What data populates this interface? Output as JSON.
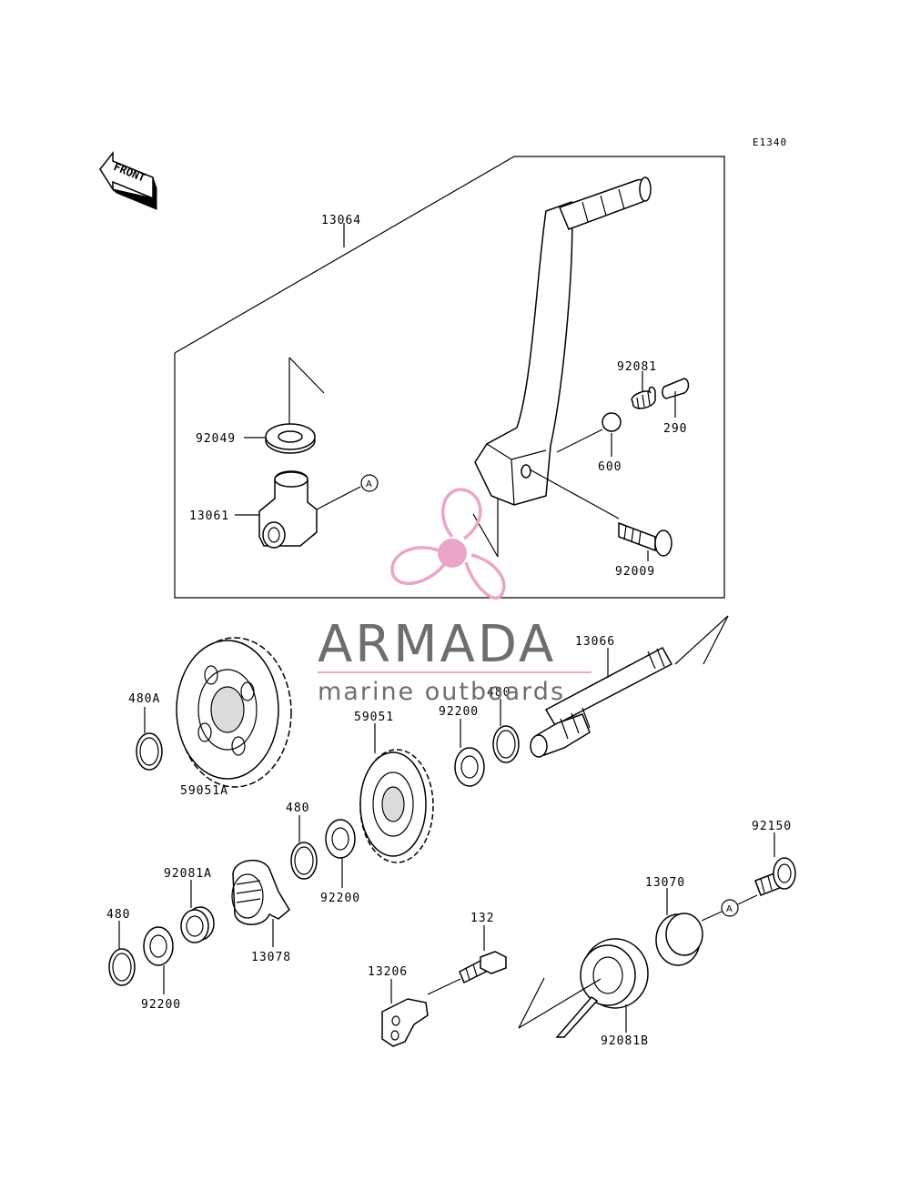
{
  "diagram": {
    "code": "E1340",
    "direction_label": "FRONT",
    "ref_marker": "A",
    "parts": {
      "p13064": "13064",
      "p92081": "92081",
      "p290": "290",
      "p92049": "92049",
      "p600": "600",
      "p13061": "13061",
      "p92009": "92009",
      "p13066": "13066",
      "p480A": "480A",
      "p480_top": "480",
      "p92200_top": "92200",
      "p59051": "59051",
      "p59051A": "59051A",
      "p480_mid": "480",
      "p92200_mid": "92200",
      "p92081A": "92081A",
      "p480_low": "480",
      "p92200_low": "92200",
      "p13078": "13078",
      "p132": "132",
      "p13206": "13206",
      "p13070": "13070",
      "p92150": "92150",
      "p92081B": "92081B"
    }
  },
  "watermark": {
    "brand": "ARMADA",
    "tagline": "marine outboards",
    "color_pink": "#e9a6c8",
    "color_gray": "#6e6e6e"
  }
}
